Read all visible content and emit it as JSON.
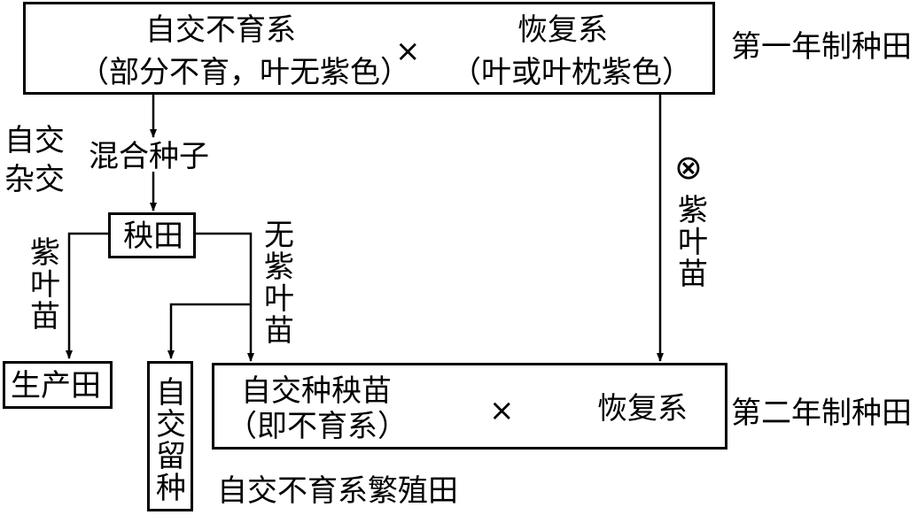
{
  "year1": {
    "left_line1": "自交不育系",
    "left_line2": "（部分不育，叶无紫色）",
    "cross": "×",
    "right_line1": "恢复系",
    "right_line2": "（叶或叶枕紫色）",
    "label": "第一年制种田"
  },
  "left_side_label_1": "自交",
  "left_side_label_2": "杂交",
  "mixed_seeds": "混合种子",
  "seedling_field": "秧田",
  "purple_leaf_seedlings_left": "紫叶苗",
  "no_purple_leaf_seedlings": "无紫叶苗",
  "selfing_symbol": "⊗",
  "purple_leaf_seedlings_right": "紫叶苗",
  "production_field": "生产田",
  "self_seed_keep": "自交留种",
  "year2": {
    "left_line1": "自交种秧苗",
    "left_line2": "（即不育系）",
    "cross": "×",
    "right": "恢复系",
    "label": "第二年制种田"
  },
  "multiplication_field_label": "自交不育系繁殖田"
}
